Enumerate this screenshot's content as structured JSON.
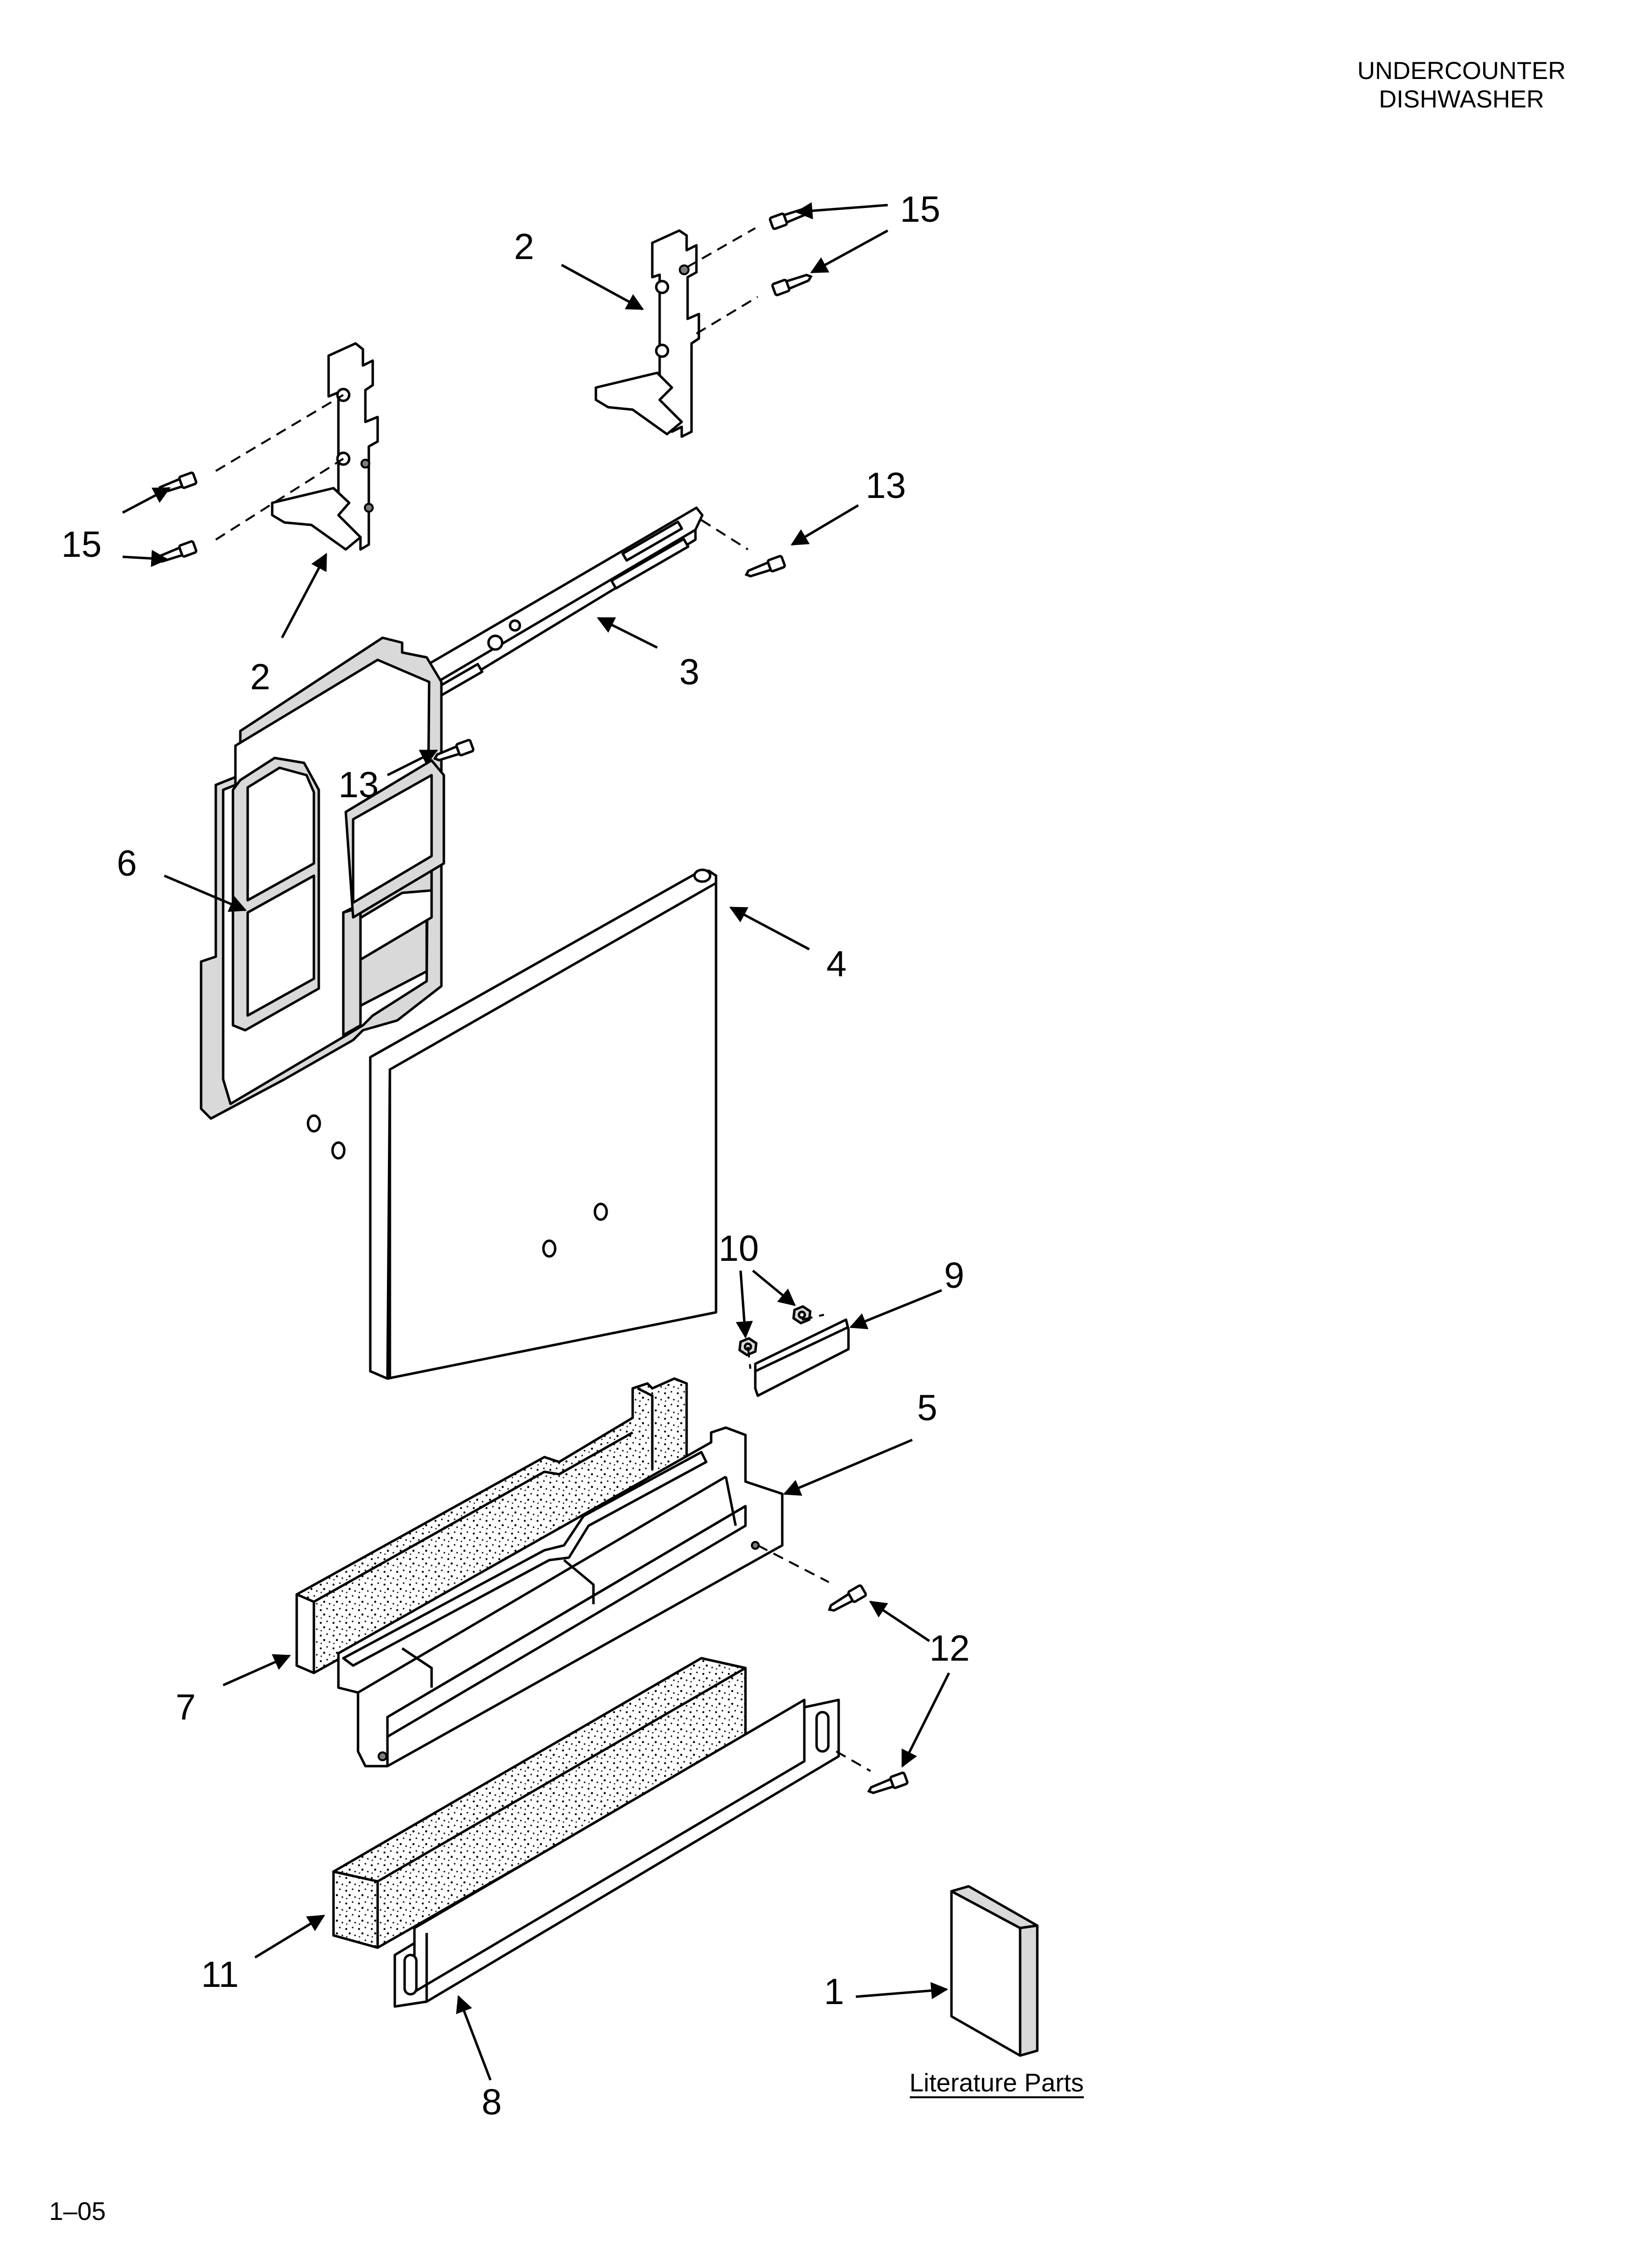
{
  "header": {
    "line1": "UNDERCOUNTER",
    "line2": "DISHWASHER"
  },
  "callouts": [
    "1",
    "2",
    "2",
    "3",
    "4",
    "5",
    "6",
    "7",
    "8",
    "9",
    "10",
    "11",
    "12",
    "13",
    "13",
    "15",
    "15"
  ],
  "literature_label": "Literature Parts",
  "footer_code": "1–05"
}
